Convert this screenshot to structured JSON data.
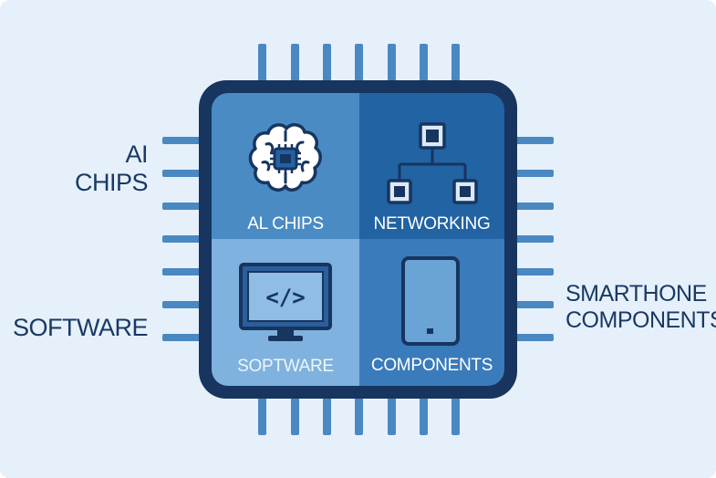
{
  "labels": {
    "ai_chips_line1": "AI",
    "ai_chips_line2": "CHIPS",
    "software": "SOFTWARE",
    "smartphone_line1": "SMARTHONE",
    "smartphone_line2": "COMPONENTS"
  },
  "quadrants": {
    "ai_chips": "AL CHIPS",
    "networking": "NETWORKING",
    "software": "SOPTWARE",
    "components": "COMPONENTS"
  },
  "code_icon_text": "</>",
  "icons": [
    "brain-chip-icon",
    "network-hierarchy-icon",
    "code-monitor-icon",
    "smartphone-icon"
  ],
  "colors": {
    "background": "#e6f0fa",
    "chip_body": "#17355f",
    "pins": "#4a88c2",
    "quadrant_ai": "#4a8bc4",
    "quadrant_networking": "#2163a3",
    "quadrant_software": "#7fb2de",
    "quadrant_components": "#3a7bbb",
    "label_text": "#183a64"
  }
}
